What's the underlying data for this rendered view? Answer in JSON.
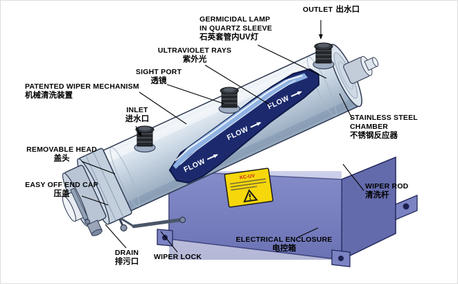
{
  "colors": {
    "enclosure_front": "#7b83c3",
    "enclosure_side": "#646bac",
    "chamber_steel": "#ccd8e4",
    "water_dark": "#1c2a6d",
    "water_light": "#8fb2e2",
    "warning_yellow": "#f6d70c",
    "port_black": "#1c1c1e",
    "label_text": "#000000"
  },
  "flow_text": "FLOW",
  "warning_sticker": {
    "title": "KC-UV"
  },
  "labels": {
    "outlet": {
      "en": "OUTLET",
      "zh": "出水口"
    },
    "germicidal_lamp": {
      "line1": "GERMICIDAL LAMP",
      "line2": "IN QUARTZ SLEEVE",
      "zh": "石英套管内UV灯"
    },
    "ultraviolet_rays": {
      "en": "ULTRAVIOLET RAYS",
      "zh": "紫外光"
    },
    "sight_port": {
      "en": "SIGHT PORT",
      "zh": "透镜"
    },
    "wiper_mechanism": {
      "en": "PATENTED WIPER MECHANISM",
      "zh": "机械清洗装置"
    },
    "inlet": {
      "en": "INLET",
      "zh": "进水口"
    },
    "removable_head": {
      "en": "REMOVABLE HEAD",
      "zh": "盖头"
    },
    "easy_off_end_cap": {
      "en": "EASY OFF END CAP",
      "zh": "压盖"
    },
    "drain": {
      "en": "DRAIN",
      "zh": "排污口"
    },
    "wiper_lock": {
      "en": "WIPER LOCK"
    },
    "electrical_enclosure": {
      "en": "ELECTRICAL ENCLOSURE",
      "zh": "电控箱"
    },
    "wiper_rod": {
      "en": "WIPER ROD",
      "zh": "清洗杆"
    },
    "stainless_chamber": {
      "line1": "STAINLESS STEEL",
      "line2": "CHAMBER",
      "zh": "不锈钢反应器"
    }
  }
}
